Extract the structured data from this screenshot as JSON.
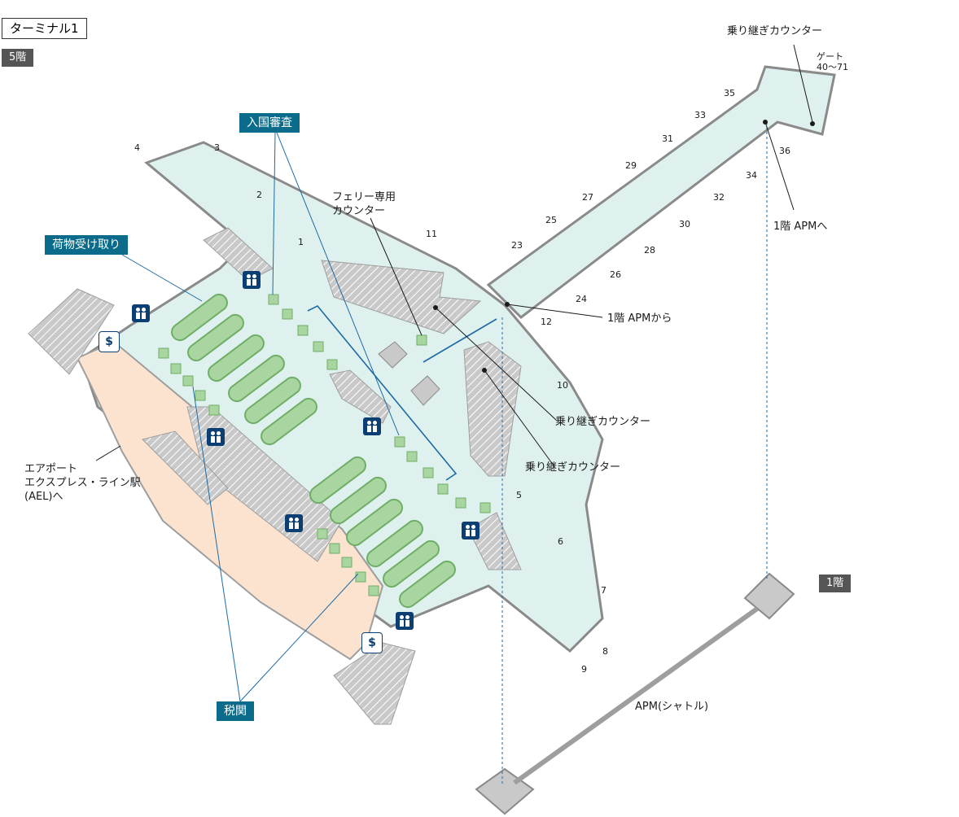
{
  "header": {
    "terminal": "ターミナル1",
    "floor5": "5階",
    "floor1": "1階"
  },
  "tags": {
    "immigration": "入国審査",
    "baggage": "荷物受け取り",
    "customs": "税関"
  },
  "labels": {
    "transfer_top": "乗り継ぎカウンター",
    "gate_range_1": "ゲート",
    "gate_range_2": "40〜71",
    "ferry_1": "フェリー専用",
    "ferry_2": "カウンター",
    "apm_to": "1階 APMへ",
    "apm_from": "1階 APMから",
    "transfer_mid": "乗り継ぎカウンター",
    "transfer_low": "乗り継ぎカウンター",
    "ael_1": "エアポート",
    "ael_2": "エクスプレス・ライン駅",
    "ael_3": "(AEL)へ",
    "apm": "APM(シャトル)"
  },
  "gates": {
    "g1": "1",
    "g2": "2",
    "g3": "3",
    "g4": "4",
    "g5": "5",
    "g6": "6",
    "g7": "7",
    "g8": "8",
    "g9": "9",
    "g10": "10",
    "g11": "11",
    "g12": "12",
    "g23": "23",
    "g24": "24",
    "g25": "25",
    "g26": "26",
    "g27": "27",
    "g28": "28",
    "g29": "29",
    "g30": "30",
    "g31": "31",
    "g32": "32",
    "g33": "33",
    "g34": "34",
    "g35": "35",
    "g36": "36"
  },
  "colors": {
    "floor_fill": "#dff1ee",
    "arrival_fill": "#fbe3d0",
    "wall": "#9e9e9e",
    "belt": "#a9d6a0",
    "tag_bg": "#0a6b8a",
    "route": "#1e6aa3"
  },
  "icons": {
    "restroom": "restroom-icon",
    "exchange": "currency-exchange-icon"
  }
}
